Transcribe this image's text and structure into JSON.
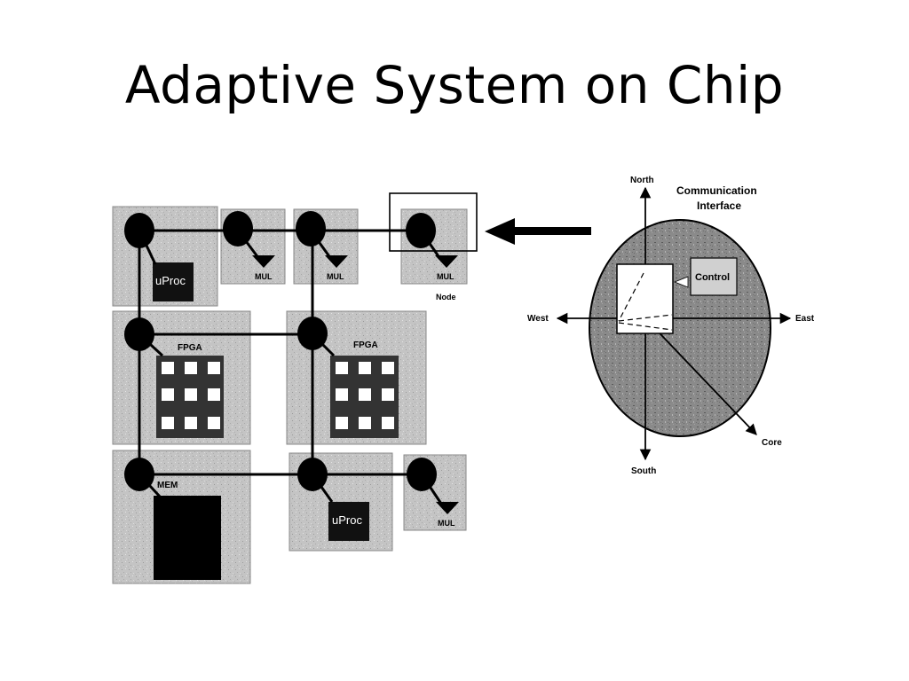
{
  "slide": {
    "title": "Adaptive System on Chip"
  },
  "grid": {
    "uproc_top": "uProc",
    "uproc_bottom": "uProc",
    "mul_1": "MUL",
    "mul_2": "MUL",
    "mul_3": "MUL",
    "mul_4": "MUL",
    "node_label": "Node",
    "fpga_1": "FPGA",
    "fpga_2": "FPGA",
    "mem": "MEM"
  },
  "node_detail": {
    "north": "North",
    "south": "South",
    "east": "East",
    "west": "West",
    "core": "Core",
    "control": "Control",
    "comm_interface_line1": "Communication",
    "comm_interface_line2": "Interface"
  }
}
